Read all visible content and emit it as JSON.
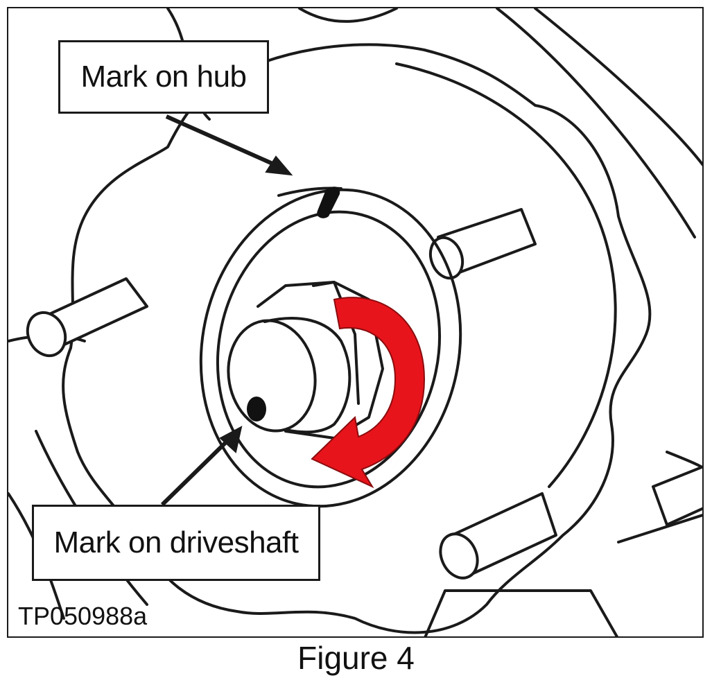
{
  "figure": {
    "caption": "Figure 4",
    "figure_id": "TP050988a"
  },
  "callouts": {
    "hub": "Mark on hub",
    "driveshaft": "Mark on driveshaft"
  },
  "colors": {
    "arrow": "#e8141b",
    "line": "#1a1a1a"
  }
}
